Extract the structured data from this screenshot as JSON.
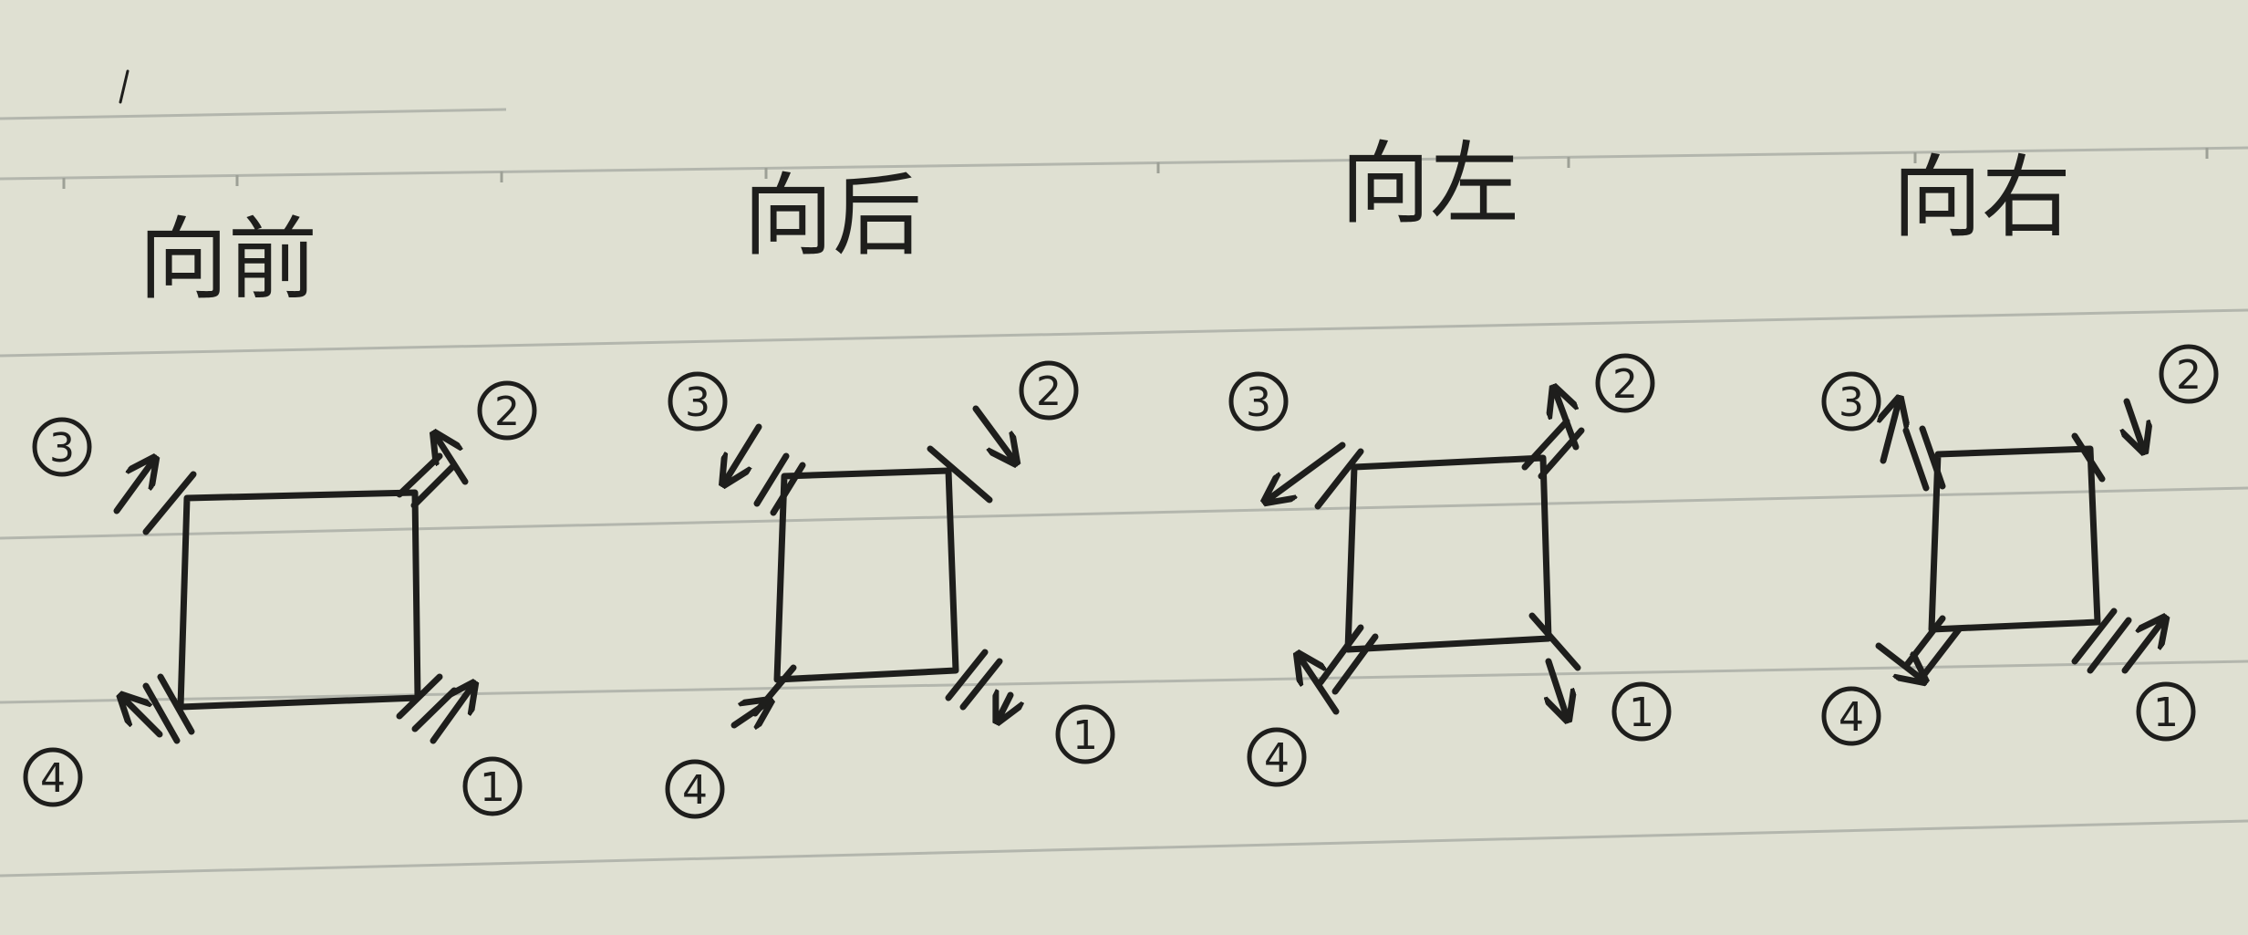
{
  "paper": {
    "background_color": "#dfe0d2",
    "ink_color": "#1e1e1c",
    "rule_color": "#b3b6ad"
  },
  "diagrams": [
    {
      "title": "向前",
      "markers": {
        "m1": "1",
        "m2": "2",
        "m3": "3",
        "m4": "4"
      }
    },
    {
      "title": "向后",
      "markers": {
        "m1": "1",
        "m2": "2",
        "m3": "3",
        "m4": "4"
      }
    },
    {
      "title": "向左",
      "markers": {
        "m1": "1",
        "m2": "2",
        "m3": "3",
        "m4": "4"
      }
    },
    {
      "title": "向右",
      "markers": {
        "m1": "1",
        "m2": "2",
        "m3": "3",
        "m4": "4"
      }
    }
  ]
}
